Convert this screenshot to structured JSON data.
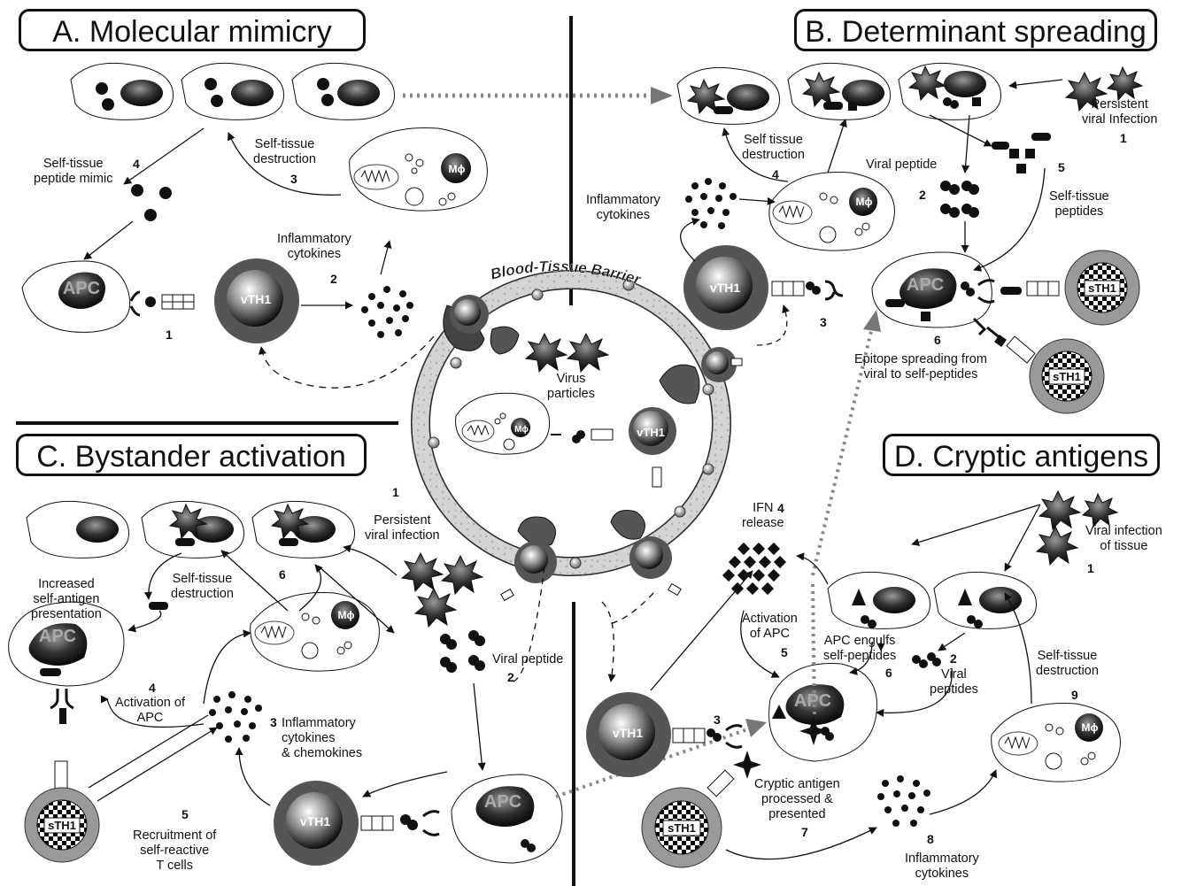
{
  "panels": {
    "a": "A. Molecular mimicry",
    "b": "B. Determinant spreading",
    "c": "C. Bystander activation",
    "d": "D. Cryptic antigens"
  },
  "barrier": "Blood-Tissue Barrier",
  "cells": {
    "apc": "APC",
    "vth1": "vTH1",
    "sth1": "sTH1",
    "macrophage": "Mϕ"
  },
  "a": {
    "n1": "1",
    "n2": "2",
    "n3": "3",
    "n4": "4",
    "cytokines": "Inflammatory\ncytokines",
    "destruction": "Self-tissue\ndestruction",
    "mimic": "Self-tissue\npeptide mimic"
  },
  "center": {
    "virus": "Virus\nparticles"
  },
  "b": {
    "persistent": "Persistent\nviral Infection",
    "n1": "1",
    "n2": "2",
    "n3": "3",
    "n4": "4",
    "n5": "5",
    "n6": "6",
    "destruction": "Self tissue\ndestruction",
    "viral_peptide": "Viral peptide",
    "self_peptides": "Self-tissue\npeptides",
    "cytokines": "Inflammatory\ncytokines",
    "spreading": "Epitope spreading from\nviral to self-peptides"
  },
  "c": {
    "n1": "1",
    "n2": "2",
    "n3": "3",
    "n4": "4",
    "n5": "5",
    "n6": "6",
    "persistent": "Persistent\nviral infection",
    "destruction": "Self-tissue\ndestruction",
    "increased": "Increased\nself-antigen\npresentation",
    "viral_peptide": "Viral peptide",
    "activation": "Activation of\nAPC",
    "cytokines": "Inflammatory\ncytokines\n& chemokines",
    "recruitment": "Recruitment of\nself-reactive\nT cells"
  },
  "d": {
    "n1": "1",
    "n2": "2",
    "n3": "3",
    "n4": "4",
    "n5": "5",
    "n6": "6",
    "n7": "7",
    "n8": "8",
    "n9": "9",
    "ifn": "IFN\nrelease",
    "infection": "Viral infection\nof tissue",
    "activation": "Activation\nof APC",
    "engulfs": "APC engulfs\nself-peptides",
    "viral_peptides": "Viral\npeptides",
    "destruction": "Self-tissue\ndestruction",
    "cryptic": "Cryptic antigen\nprocessed &\npresented",
    "cytokines": "Inflammatory\ncytokines"
  }
}
